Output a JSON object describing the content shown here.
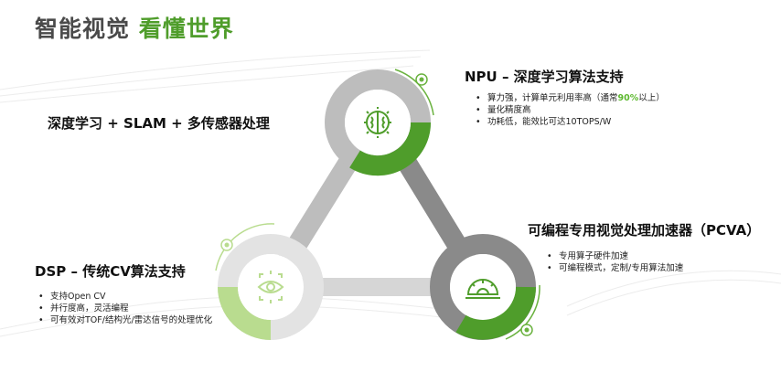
{
  "header": {
    "title_prefix": "智能视觉",
    "title_accent": "看懂世界"
  },
  "colors": {
    "green": "#4f9d2b",
    "light_green": "#b9dc8f",
    "gray": "#bdbdbd",
    "dark_gray": "#8a8a8a"
  },
  "icons": {
    "top": "brain-icon",
    "left": "target-eye-icon",
    "right": "protractor-icon"
  },
  "blocks": {
    "deep_learning": {
      "title": "深度学习 + SLAM + 多传感器处理"
    },
    "npu": {
      "title": "NPU – 深度学习算法支持",
      "bullet1_pre": "算力强，计算单元利用率高（通常",
      "bullet1_hl": "90%",
      "bullet1_post": "以上）",
      "bullet2": "量化精度高",
      "bullet3": "功耗低，能效比可达10TOPS/W"
    },
    "pcva": {
      "title": "可编程专用视觉处理加速器（PCVA）",
      "bullet1": "专用算子硬件加速",
      "bullet2": "可编程模式，定制/专用算法加速"
    },
    "dsp": {
      "title": "DSP – 传统CV算法支持",
      "bullet1": "支持Open CV",
      "bullet2": "并行度高，灵活编程",
      "bullet3": "可有效对TOF/结构光/雷达信号的处理优化"
    }
  }
}
